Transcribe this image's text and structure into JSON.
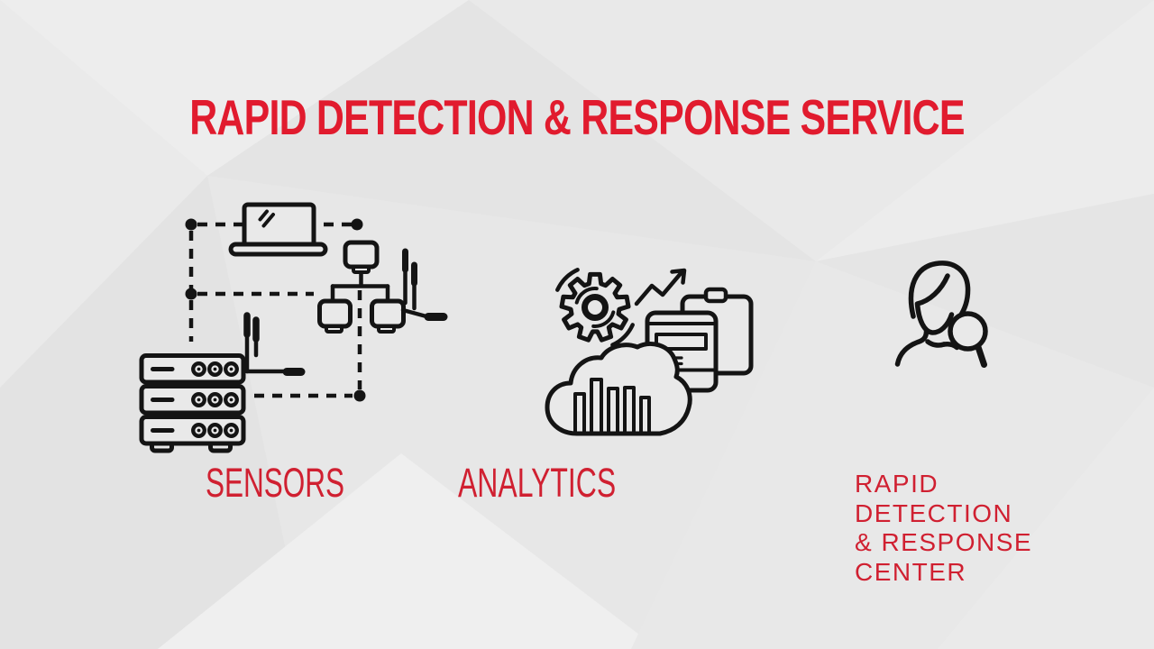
{
  "slide": {
    "title": "RAPID DETECTION & RESPONSE SERVICE",
    "steps": [
      {
        "id": "sensors",
        "label": "SENSORS",
        "icon": "network-sensors-icon"
      },
      {
        "id": "analytics",
        "label": "ANALYTICS",
        "icon": "cloud-analytics-icon"
      },
      {
        "id": "rdr-center",
        "label": "RAPID DETECTION & RESPONSE CENTER",
        "label_lines": [
          "RAPID",
          "DETECTION",
          "& RESPONSE",
          "CENTER"
        ],
        "icon": "analyst-magnifier-icon"
      }
    ]
  },
  "colors": {
    "title_red": "#e11b2e",
    "label_red": "#d02031",
    "icon_stroke": "#141414",
    "background_base": "#e7e7e7"
  }
}
